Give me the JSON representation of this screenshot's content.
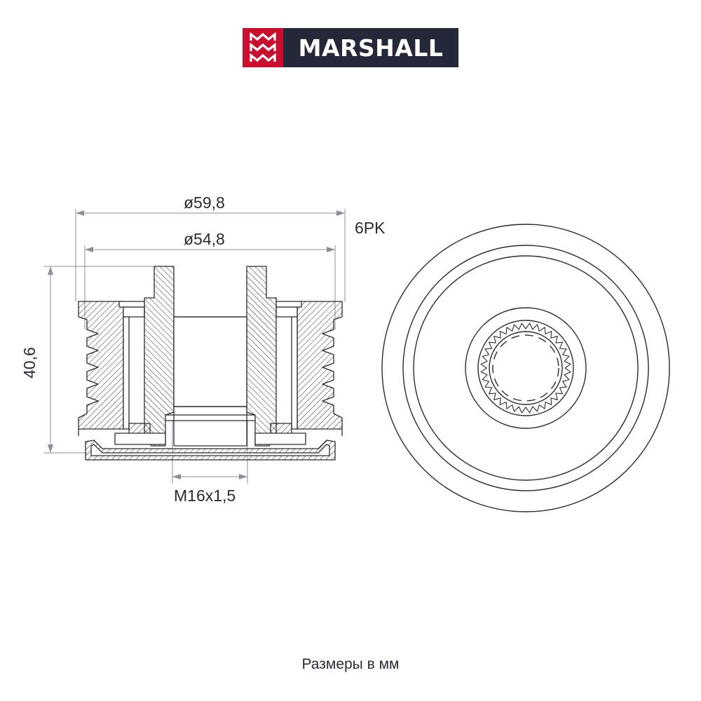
{
  "brand": {
    "name": "MARSHALL",
    "colors": {
      "mark": "#c8102e",
      "text_bg": "#252839"
    }
  },
  "dimensions": {
    "outer_diameter": "ø59,8",
    "inner_diameter": "ø54,8",
    "belt_profile": "6PK",
    "height": "40,6",
    "thread": "M16x1,5"
  },
  "caption": "Размеры в мм",
  "colors": {
    "line": "#2b2b38",
    "dim_line": "#8a8f9a"
  }
}
